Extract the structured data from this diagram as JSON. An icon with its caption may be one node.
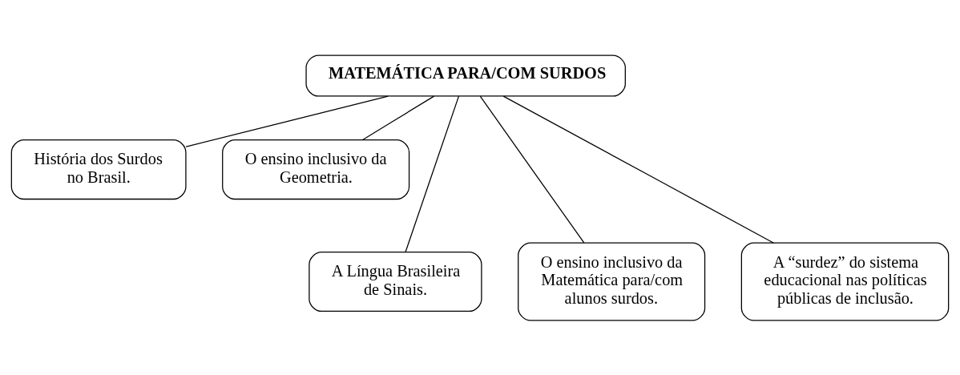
{
  "diagram": {
    "nodes": [
      {
        "text": [
          "MATEMÁTICA PARA/COM SURDOS"
        ]
      },
      {
        "text": [
          "História dos Surdos no Brasil."
        ]
      },
      {
        "text": [
          "O ensino inclusivo da Geometria."
        ]
      },
      {
        "text": [
          "A Língua Brasileira de Sinais."
        ]
      },
      {
        "text": [
          "O ensino inclusivo da Matemática para/com alunos surdos."
        ]
      },
      {
        "text": [
          "A “surdez” do sistema educacional nas políticas públicas de inclusão."
        ]
      }
    ],
    "edges": [
      {
        "from": 0,
        "to": 1,
        "arrow": "none"
      },
      {
        "from": 0,
        "to": 3,
        "arrow": "none"
      },
      {
        "from": 0,
        "to": 4,
        "arrow": "none"
      },
      {
        "from": 0,
        "to": 5,
        "arrow": "none"
      },
      {
        "from": 0,
        "to": 2,
        "arrow": "none"
      }
    ]
  }
}
